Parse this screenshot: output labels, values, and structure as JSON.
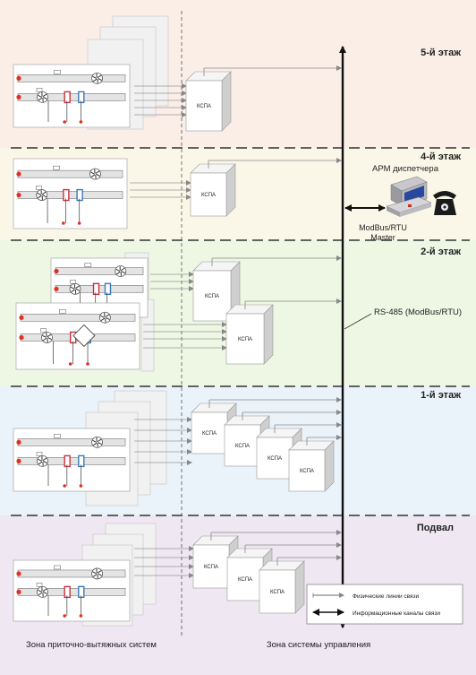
{
  "floors": [
    {
      "label": "5-й этаж",
      "color": "#e07820",
      "bg": "#fbeee7"
    },
    {
      "label": "4-й этаж",
      "color": "#d4b020",
      "bg": "#fbf7e8"
    },
    {
      "label": "2-й этаж",
      "color": "#8ab828",
      "bg": "#eef6e4"
    },
    {
      "label": "1-й этаж",
      "color": "#58a8d8",
      "bg": "#eaf3fa"
    },
    {
      "label": "Подвал",
      "color": "#7048a0",
      "bg": "#efe7f2"
    }
  ],
  "kspa_label": "КСПА",
  "workstation": {
    "label": "АРМ диспетчера",
    "protocol_line1": "ModBus/RTU",
    "protocol_line2": "Master"
  },
  "bus_label": "RS-485 (ModBus/RTU)",
  "legend": {
    "physical": "Физические линии связи",
    "info": "Информационные каналы связи"
  },
  "zones": {
    "left": "Зона приточно-вытяжных систем",
    "right": "Зона системы управления"
  }
}
